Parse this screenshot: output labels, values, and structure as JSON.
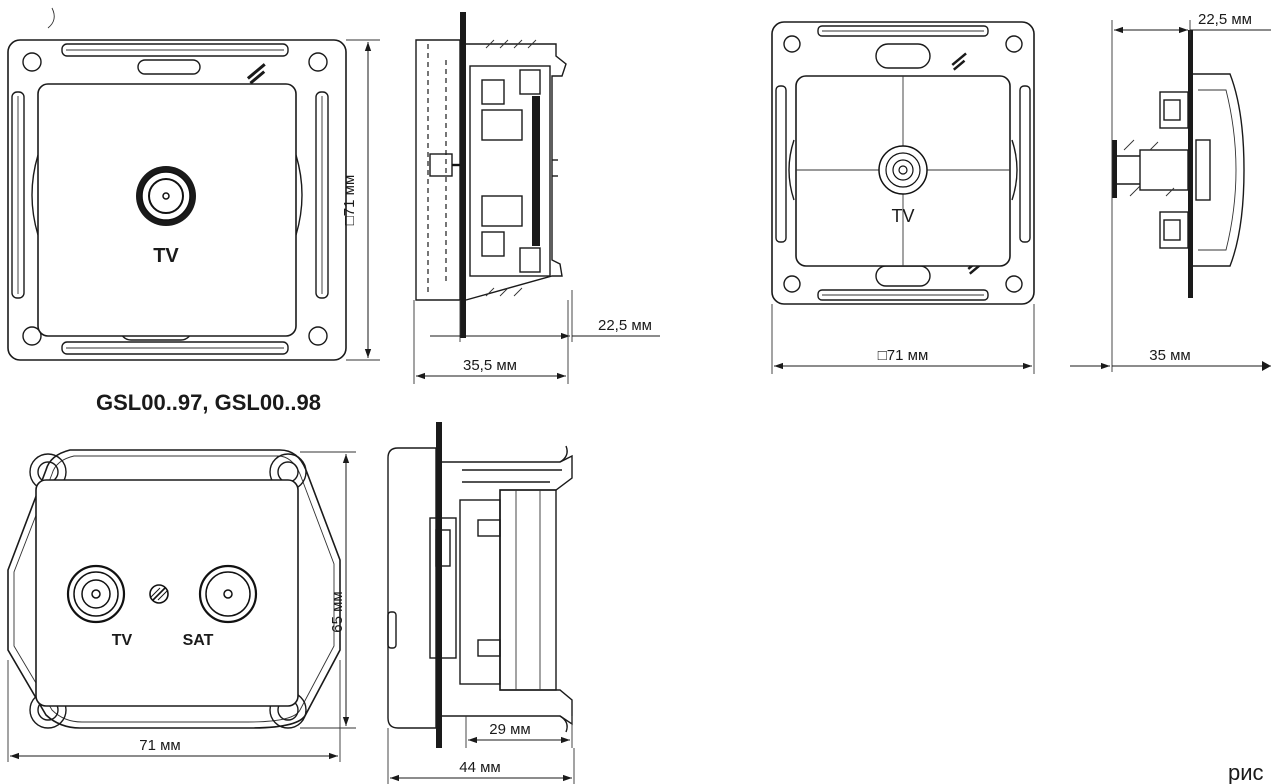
{
  "labels": {
    "top_left_tv": "TV",
    "top_left_dim_square": "□71 мм",
    "top_left_dim_depth": "22,5 мм",
    "top_left_dim_side": "35,5 мм",
    "top_right_tv": "TV",
    "top_right_dim_square": "□71 мм",
    "top_right_dim_depth": "22,5 мм",
    "top_right_dim_side": "35 мм",
    "model_caption": "GSL00..97, GSL00..98",
    "bottom_tv": "TV",
    "bottom_sat": "SAT",
    "bottom_dim_height": "65 мм",
    "bottom_dim_width": "71 мм",
    "bottom_dim_depth": "29 мм",
    "bottom_dim_side": "44 мм",
    "corner_fragment": "рис"
  }
}
